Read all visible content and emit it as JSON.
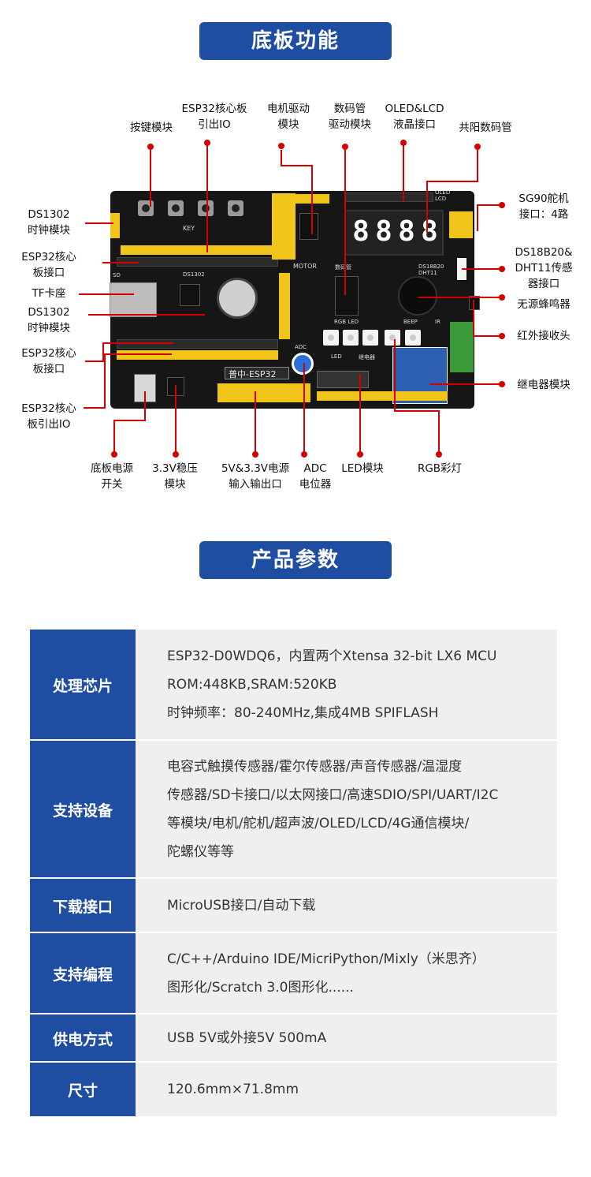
{
  "sections": {
    "function_title": "底板功能",
    "params_title": "产品参数"
  },
  "board": {
    "labels": {
      "key_module": "按键模块",
      "esp32_io": "ESP32核心板\n引出IO",
      "motor_driver": "电机驱动\n模块",
      "seg_driver": "数码管\n驱动模块",
      "oled_lcd": "OLED&LCD\n液晶接口",
      "common_anode": "共阳数码管",
      "sg90": "SG90舵机\n接口：4路",
      "ds18b20": "DS18B20&\nDHT11传感\n器接口",
      "buzzer": "无源蜂鸣器",
      "ir": "红外接收头",
      "relay": "继电器模块",
      "ds1302_a": "DS1302\n时钟模块",
      "esp32_board_a": "ESP32核心\n板接口",
      "tf": "TF卡座",
      "ds1302_b": "DS1302\n时钟模块",
      "esp32_board_b": "ESP32核心\n板接口",
      "esp32_io_b": "ESP32核心\n板引出IO",
      "power_switch": "底板电源\n开关",
      "regulator": "3.3V稳压\n模块",
      "power_io": "5V&3.3V电源\n输入输出口",
      "adc": "ADC\n电位器",
      "led": "LED模块",
      "rgb": "RGB彩灯"
    },
    "silk": {
      "key": "KEY",
      "motor": "MOTOR",
      "oled": "OLED\nLCD",
      "seg": "数码管",
      "ds18b20": "DS18B20\nDHT11",
      "rgb_led": "RGB LED",
      "beep": "BEEP",
      "sd": "SD",
      "ds1302": "DS1302",
      "adc": "ADC",
      "led": "LED",
      "relay": "继电器",
      "brand": "普中-ESP32",
      "ir": "IR"
    },
    "display_digits": [
      "8",
      "8",
      "8",
      "8"
    ]
  },
  "spec": [
    {
      "key": "处理芯片",
      "lines": [
        "ESP32-D0WDQ6，内置两个Xtensa 32-bit LX6 MCU",
        "ROM:448KB,SRAM:520KB",
        "时钟频率：80-240MHz,集成4MB SPIFLASH"
      ]
    },
    {
      "key": "支持设备",
      "lines": [
        "电容式触摸传感器/霍尔传感器/声音传感器/温湿度",
        "传感器/SD卡接口/以太网接口/高速SDIO/SPI/UART/I2C",
        "等模块/电机/舵机/超声波/OLED/LCD/4G通信模块/",
        "陀螺仪等等"
      ]
    },
    {
      "key": "下载接口",
      "lines": [
        "MicroUSB接口/自动下载"
      ]
    },
    {
      "key": "支持编程",
      "lines": [
        "C/C++/Arduino IDE/MicriPython/Mixly（米思齐）",
        "图形化/Scratch 3.0图形化......"
      ]
    },
    {
      "key": "供电方式",
      "lines": [
        "USB 5V或外接5V 500mA"
      ]
    },
    {
      "key": "尺寸",
      "lines": [
        "120.6mm×71.8mm"
      ]
    }
  ]
}
